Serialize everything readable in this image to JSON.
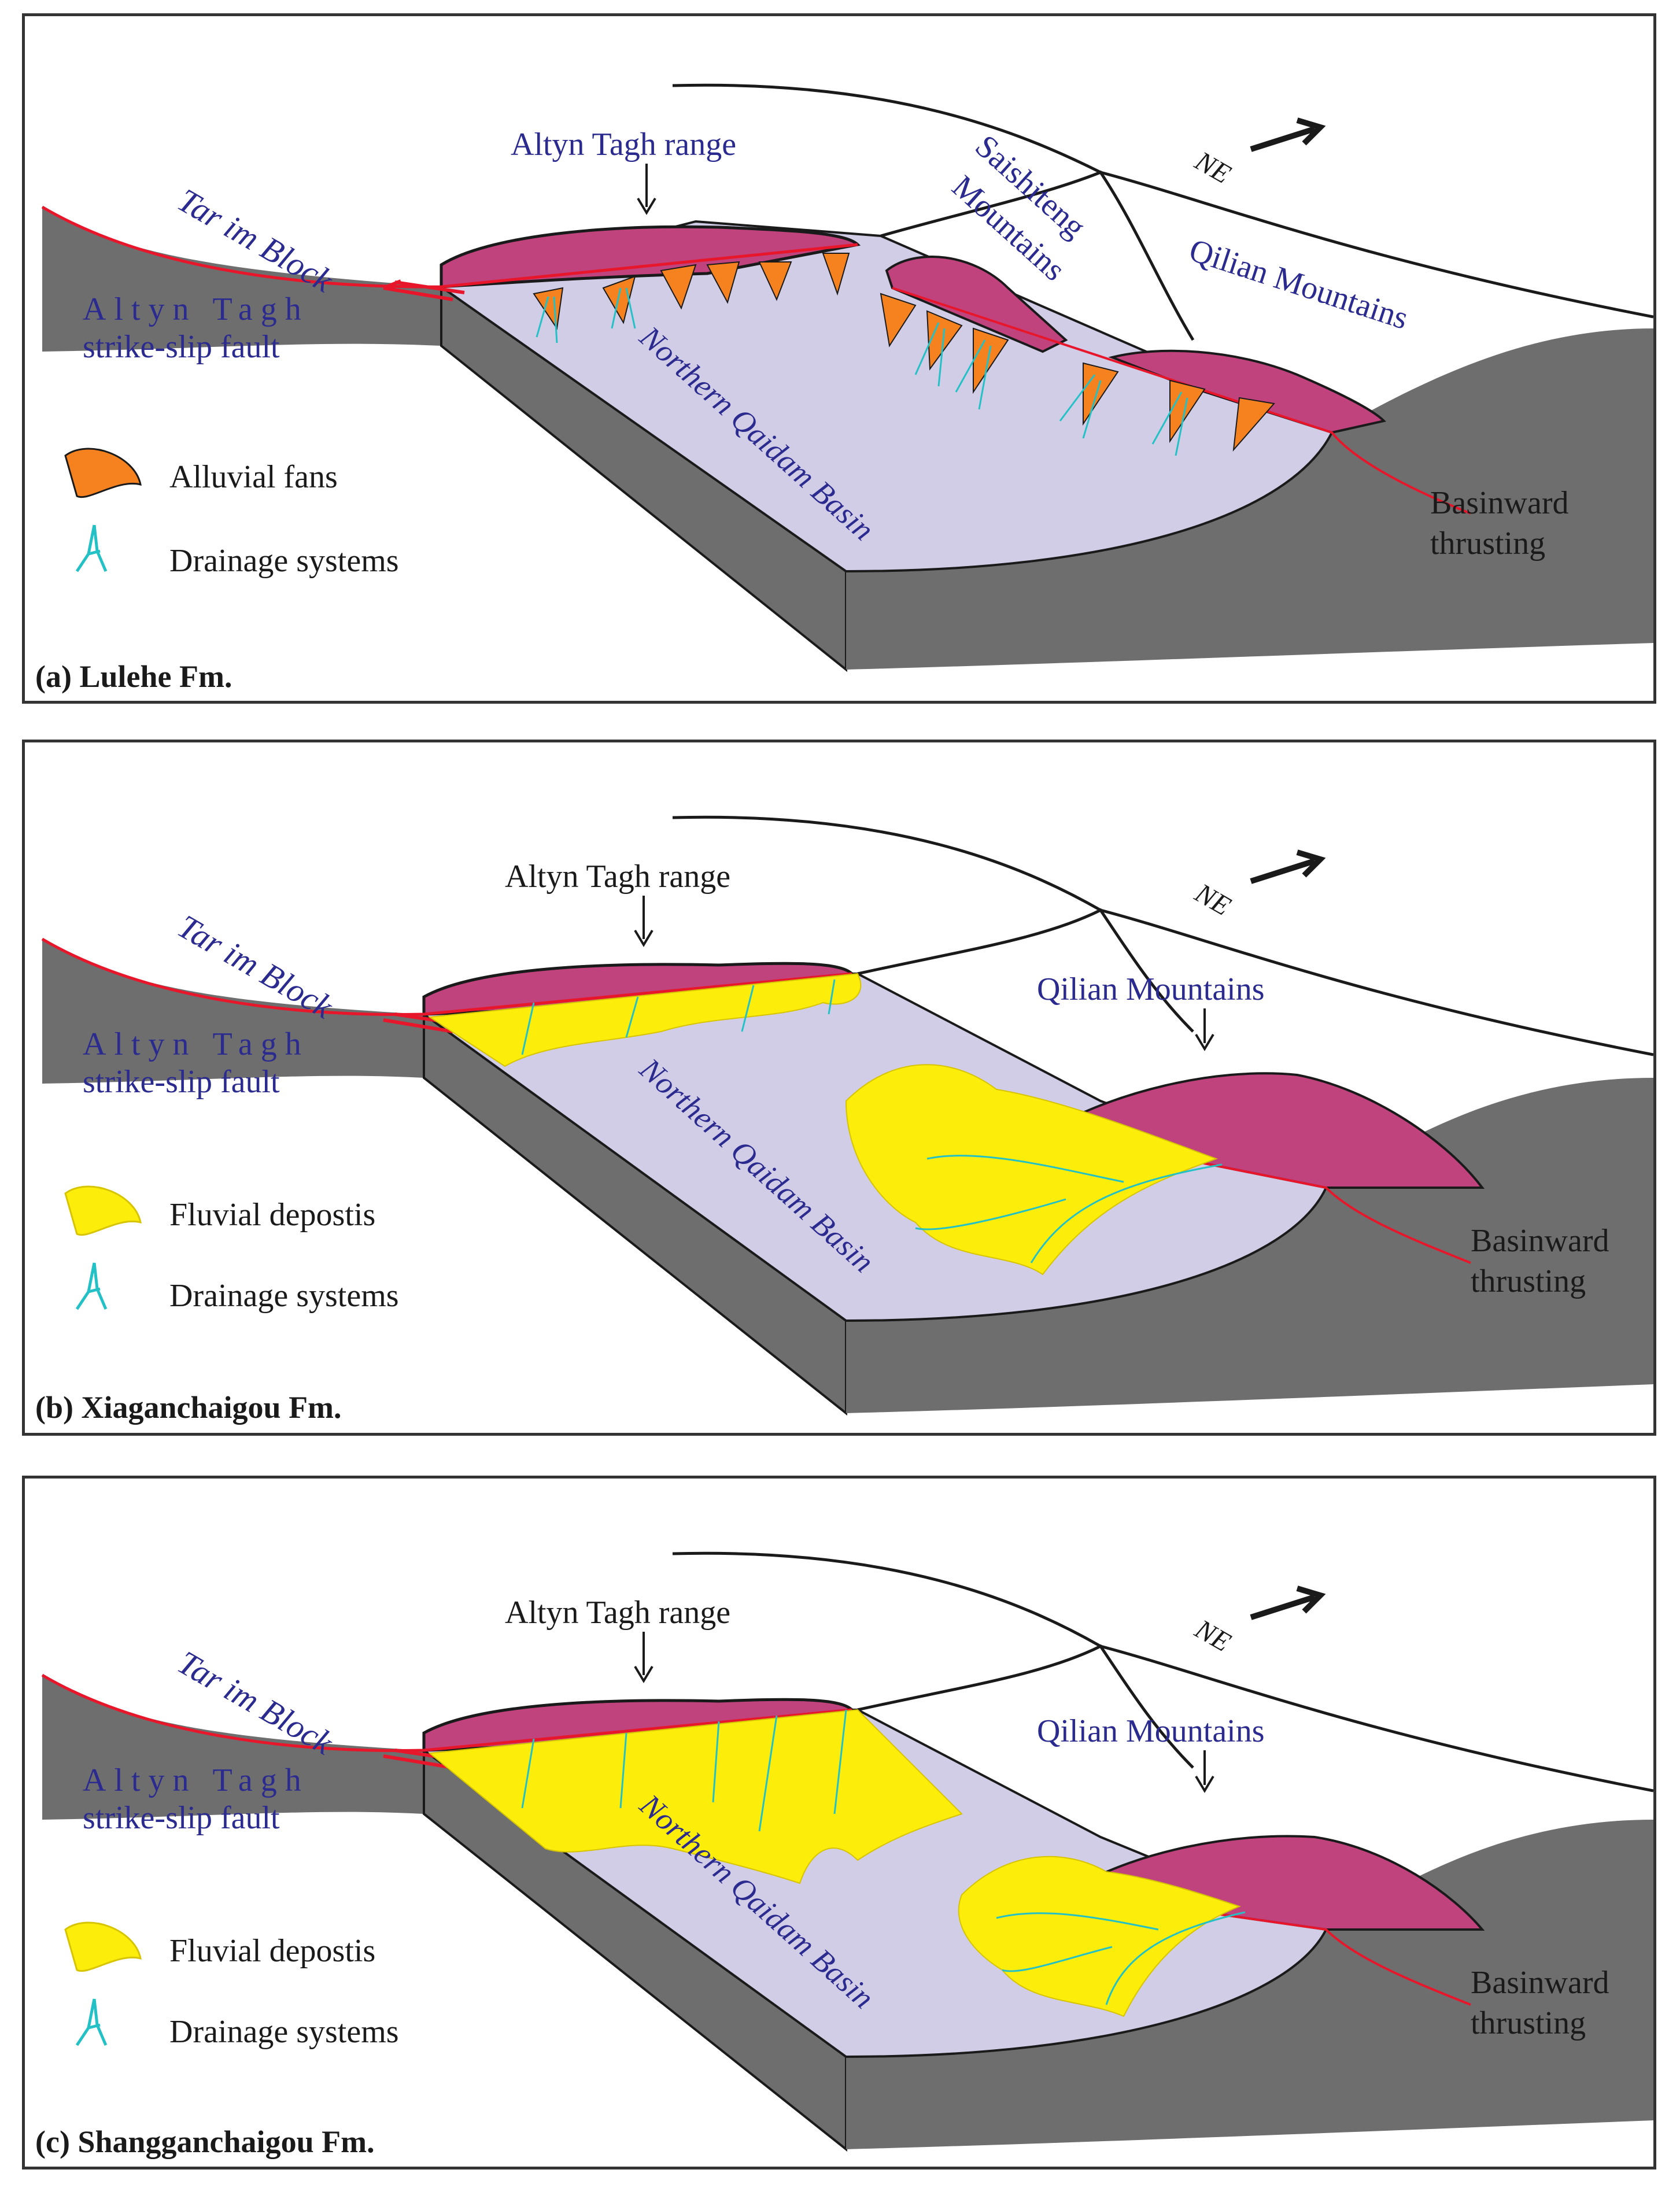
{
  "colors": {
    "basin_top": "#d2cde6",
    "block_side": "#6e6e6e",
    "mountain": "#c0437e",
    "fault_red": "#e8162a",
    "fan_orange": "#f5821f",
    "fluvial_yellow": "#fcee0a",
    "drainage_cyan": "#23c1c6",
    "label_blue": "#2b2b8f",
    "label_black": "#1a1a1a"
  },
  "north_arrow_icon": "north-east-arrow-icon",
  "panels": {
    "a": {
      "caption": "(a)  Lulehe Fm.",
      "tarim_block": "Tar im Block",
      "altyn_range": "Altyn Tagh range",
      "fault_line1": "Altyn Tagh",
      "fault_line2": "strike-slip fault",
      "saishiteng_line1": "Saishiteng",
      "saishiteng_line2": "Mountains",
      "qilian": "Qilian Mountains",
      "ne": "NE",
      "basin": "Northern Qaidam Basin",
      "thrust_line1": "Basinward",
      "thrust_line2": "thrusting",
      "legend_1": "Alluvial fans",
      "legend_2": "Drainage systems"
    },
    "b": {
      "caption": "(b) Xiaganchaigou Fm.",
      "tarim_block": "Tar im Block",
      "altyn_range": "Altyn Tagh range",
      "fault_line1": "Altyn Tagh",
      "fault_line2": "strike-slip fault",
      "qilian": "Qilian Mountains",
      "ne": "NE",
      "basin": "Northern Qaidam Basin",
      "thrust_line1": "Basinward",
      "thrust_line2": "thrusting",
      "legend_1": "Fluvial depostis",
      "legend_2": "Drainage systems"
    },
    "c": {
      "caption": "(c)  Shangganchaigou Fm.",
      "tarim_block": "Tar im Block",
      "altyn_range": "Altyn Tagh range",
      "fault_line1": "Altyn Tagh",
      "fault_line2": "strike-slip fault",
      "qilian": "Qilian Mountains",
      "ne": "NE",
      "basin": "Northern Qaidam Basin",
      "thrust_line1": "Basinward",
      "thrust_line2": "thrusting",
      "legend_1": "Fluvial depostis",
      "legend_2": "Drainage systems"
    }
  }
}
